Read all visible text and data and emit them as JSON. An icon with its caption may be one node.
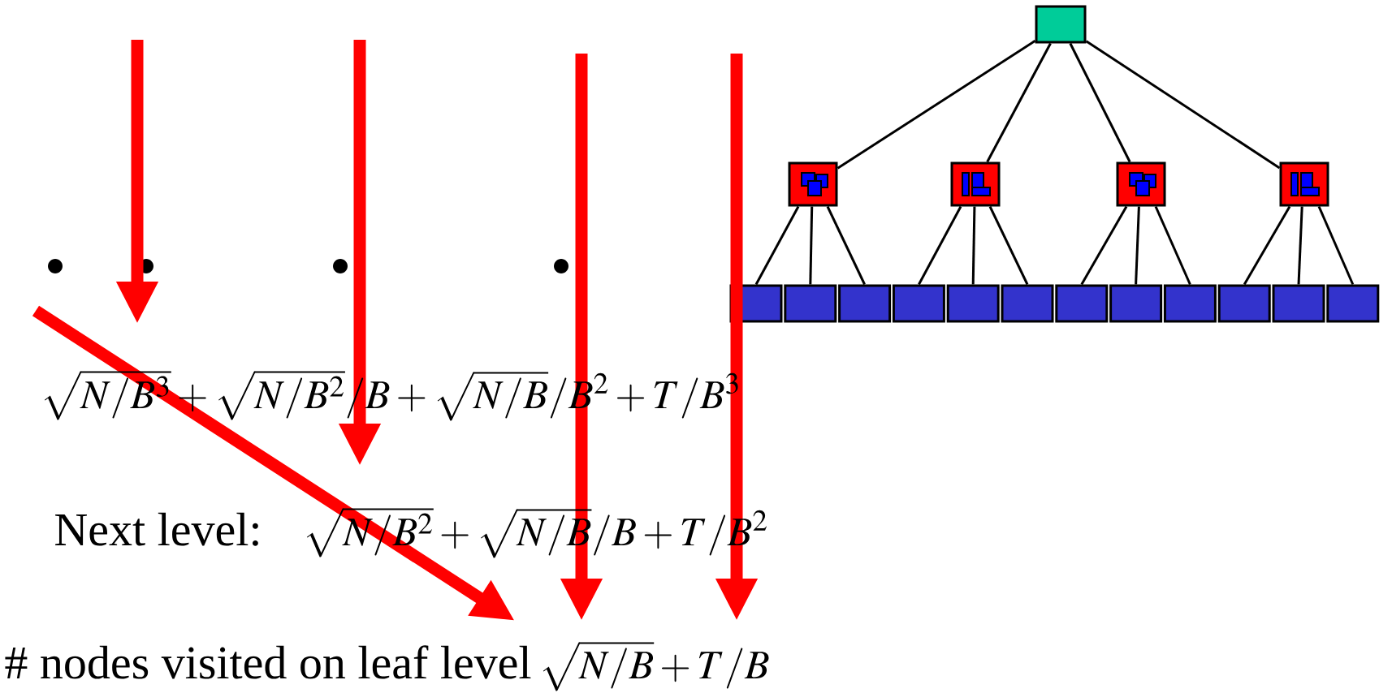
{
  "diagram": {
    "nodes": [
      {
        "text": [],
        "shape": "box"
      },
      {
        "text": [],
        "shape": "box"
      },
      {
        "text": [],
        "shape": "box"
      },
      {
        "text": [],
        "shape": "box"
      },
      {
        "text": [],
        "shape": "box"
      },
      {
        "text": [],
        "shape": "box"
      },
      {
        "text": [],
        "shape": "box"
      },
      {
        "text": [],
        "shape": "box"
      },
      {
        "text": [],
        "shape": "box"
      },
      {
        "text": [],
        "shape": "box"
      },
      {
        "text": [],
        "shape": "box"
      },
      {
        "text": [],
        "shape": "box"
      },
      {
        "text": [],
        "shape": "box"
      },
      {
        "text": [],
        "shape": "box"
      },
      {
        "text": [],
        "shape": "box"
      },
      {
        "text": [],
        "shape": "box"
      },
      {
        "text": [],
        "shape": "box"
      }
    ],
    "edges": [
      {
        "from": 0,
        "to": 1,
        "arrow": "none"
      },
      {
        "from": 0,
        "to": 2,
        "arrow": "none"
      },
      {
        "from": 0,
        "to": 3,
        "arrow": "none"
      },
      {
        "from": 0,
        "to": 4,
        "arrow": "none"
      },
      {
        "from": 1,
        "to": 5,
        "arrow": "none"
      },
      {
        "from": 1,
        "to": 6,
        "arrow": "none"
      },
      {
        "from": 1,
        "to": 7,
        "arrow": "none"
      },
      {
        "from": 2,
        "to": 8,
        "arrow": "none"
      },
      {
        "from": 2,
        "to": 9,
        "arrow": "none"
      },
      {
        "from": 2,
        "to": 10,
        "arrow": "none"
      },
      {
        "from": 3,
        "to": 11,
        "arrow": "none"
      },
      {
        "from": 3,
        "to": 12,
        "arrow": "none"
      },
      {
        "from": 3,
        "to": 13,
        "arrow": "none"
      },
      {
        "from": 4,
        "to": 14,
        "arrow": "none"
      },
      {
        "from": 4,
        "to": 15,
        "arrow": "none"
      },
      {
        "from": 4,
        "to": 16,
        "arrow": "none"
      }
    ],
    "labels": [
      "\\sqrt{N/B^3}+\\sqrt{N/B^2}/B+\\sqrt{N/B}/B^2+T/B^3",
      "Next level:",
      "\\sqrt{N/B^2}+\\sqrt{N/B}/B+T/B^2",
      "# nodes visited on leaf level",
      "\\sqrt{N/B}+T/B"
    ]
  }
}
